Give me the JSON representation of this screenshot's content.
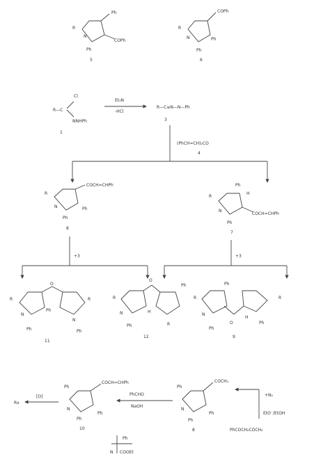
{
  "compounds": {
    "c5": {
      "id": "5",
      "labels": {
        "r": "R",
        "ph_top": "Ph",
        "cooph": "COPh",
        "n": "N",
        "nph": "Ph"
      }
    },
    "c6": {
      "id": "6",
      "labels": {
        "r": "R",
        "coph": "COPh",
        "n": "N",
        "ph_ring": "Ph",
        "nph": "Ph"
      }
    },
    "c1": {
      "id": "1",
      "r_c": "R—C",
      "cl": "Cl",
      "nnhph": "NNHPh"
    },
    "c3": {
      "id": "3",
      "formula": "R—C≡N—N—Ph"
    },
    "c4": {
      "id": "4",
      "formula": "(PhCH=CH)₂CO"
    },
    "c8": {
      "id": "8",
      "labels": {
        "r": "R",
        "substituent": "COCH=CHPh",
        "n": "N",
        "nph": "Ph",
        "ph": "Ph"
      }
    },
    "c7": {
      "id": "7",
      "labels": {
        "r": "R",
        "ph": "Ph",
        "h": "H",
        "substituent": "COCH=CHPh",
        "n": "N",
        "nph": "Ph"
      }
    },
    "c11": {
      "id": "11",
      "labels": {
        "r": "R",
        "o": "O",
        "ph": "Ph",
        "n": "N"
      }
    },
    "c12": {
      "id": "12",
      "labels": {
        "r": "R",
        "o": "O",
        "ph": "Ph",
        "n": "N",
        "h": "H"
      }
    },
    "c9": {
      "id": "9",
      "labels": {
        "r": "R",
        "o": "O",
        "ph": "Ph",
        "n": "N",
        "h": "H"
      }
    },
    "c10": {
      "id": "10",
      "labels": {
        "ph": "Ph",
        "substituent": "COCH=CHPh",
        "n": "N"
      }
    },
    "c8b": {
      "id": "8",
      "labels": {
        "ph": "Ph",
        "coch3": "COCH₃",
        "n": "N"
      }
    }
  },
  "reagents": {
    "et3n": "Et₃N",
    "minus_hcl": "-HCl",
    "plus3_left": "+3",
    "plus3_right": "+3",
    "oxidation": "[O]",
    "phcho": "PhCHO",
    "naoh": "NaOH",
    "plus_n2": "+N₂",
    "eto_etoh": "EtO⁻/EtOH",
    "phcoch2coch3": "PhCOCH₂COCH₃",
    "product_left": "Rx"
  },
  "small_structure": {
    "top": "Ph",
    "n": "N",
    "ester": "COOEt",
    "bar": "|"
  }
}
